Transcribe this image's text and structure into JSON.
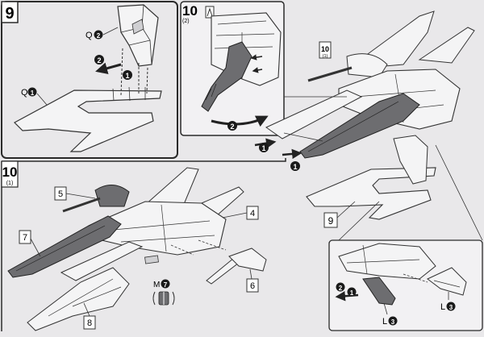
{
  "colors": {
    "page": "#e9e8ea",
    "panel_border": "#2a2a2a",
    "line": "#333333",
    "part_fill": "#f4f4f5",
    "dark_part_fill": "#6d6d70",
    "label_box": "#ffffff",
    "badge": "#1a1a1a"
  },
  "panels": {
    "step9": {
      "step": "9",
      "labels": {
        "part_q2": "Q",
        "q2_num": "2",
        "part_q1": "Q",
        "q1_num": "1"
      },
      "arrows": [
        "1",
        "2"
      ]
    },
    "step10_2": {
      "step": "10",
      "sub": "(2)",
      "arrows": [
        "2",
        "1",
        "1"
      ],
      "ref_step": "10",
      "ref_sub": "(1)"
    },
    "step10_1": {
      "step": "10",
      "sub": "(1)",
      "callouts": [
        "5",
        "4",
        "7",
        "6",
        "8"
      ],
      "part_m7": "M",
      "m7_num": "7"
    },
    "right_stand": {
      "callout": "9",
      "detail": {
        "labels": {
          "l3_left": "L",
          "l3_left_num": "3",
          "l3_right": "L",
          "l3_right_num": "3"
        },
        "arrows": [
          "2",
          "1"
        ]
      }
    }
  }
}
